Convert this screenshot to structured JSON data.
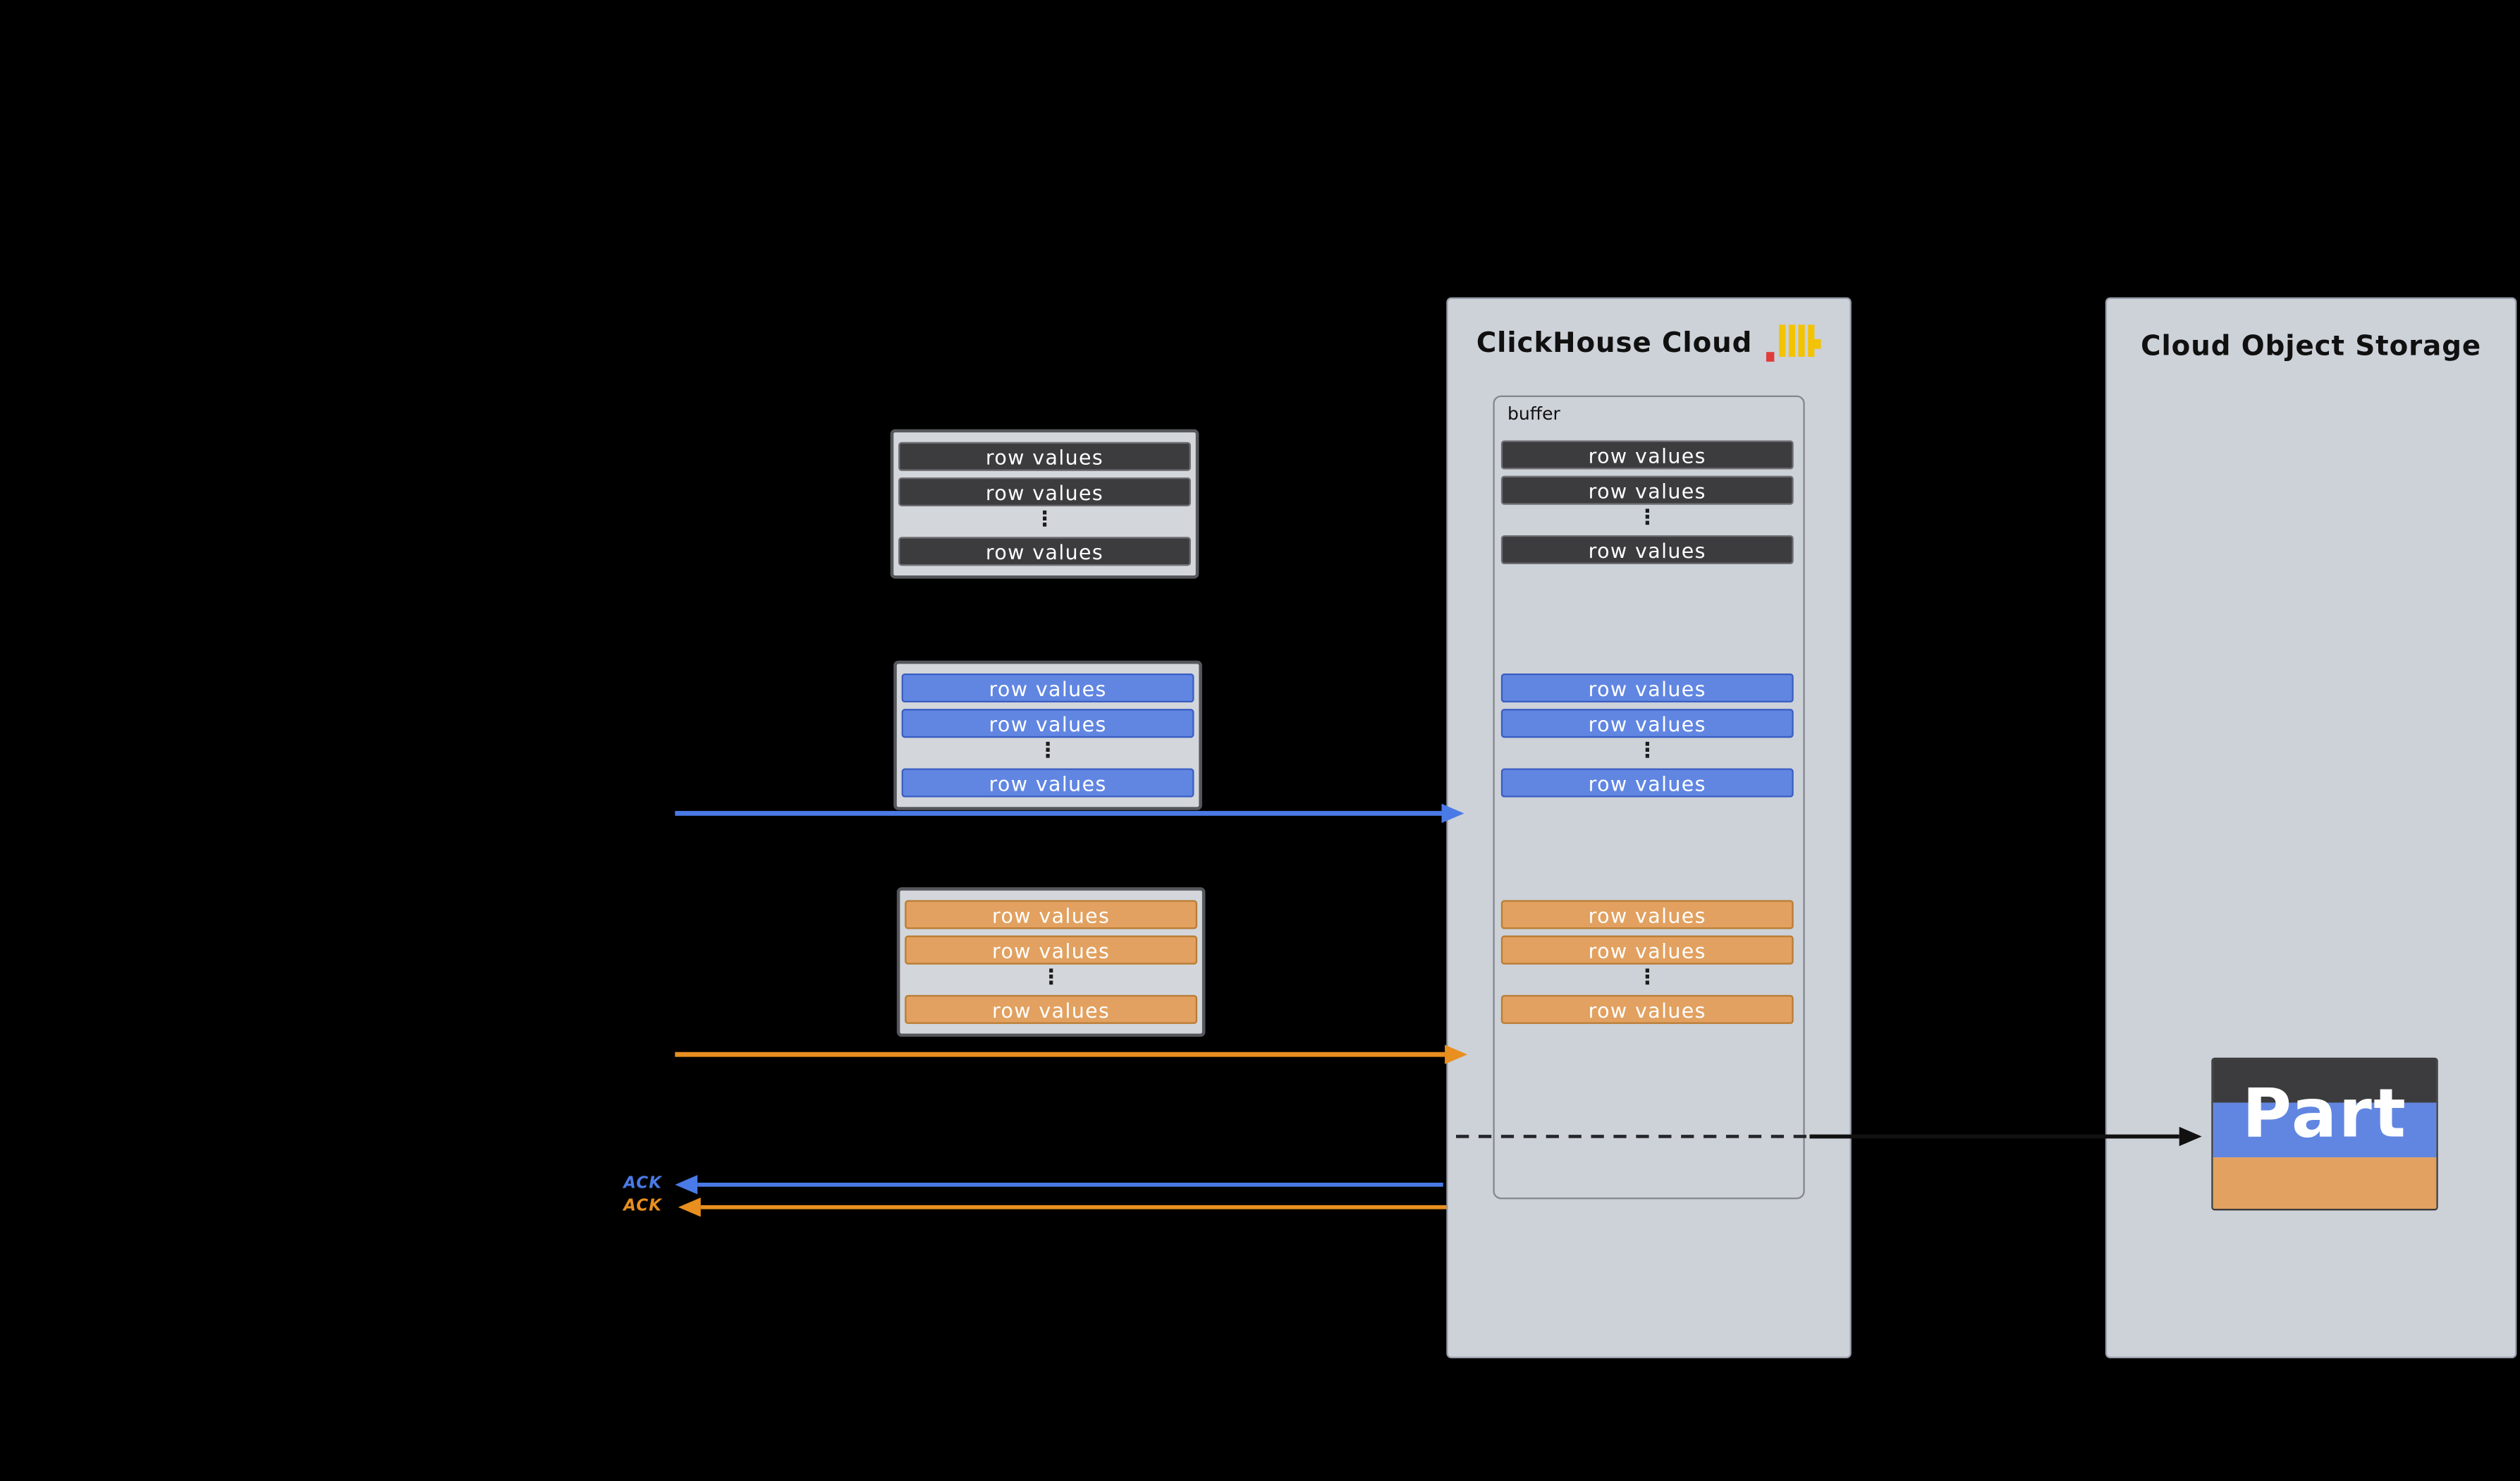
{
  "diagram": {
    "row_label": "row values",
    "ellipsis": "⋮",
    "ack_label": "ACK"
  },
  "clickhouse_panel": {
    "title": "ClickHouse Cloud",
    "buffer_label": "buffer"
  },
  "storage_panel": {
    "title": "Cloud Object Storage",
    "part_label": "Part"
  },
  "colors": {
    "background": "#000000",
    "panel_bg": "#cdd1d8",
    "dark_row": "#3c3c3e",
    "blue_row": "#6186e2",
    "orange_row": "#e2a160",
    "blue_arrow": "#4a7ae6",
    "orange_arrow": "#e88f1f",
    "flush_arrow": "#111111",
    "dashed_line": "#26262a",
    "logo_yellow": "#f3c300",
    "logo_red": "#e03c3c"
  }
}
